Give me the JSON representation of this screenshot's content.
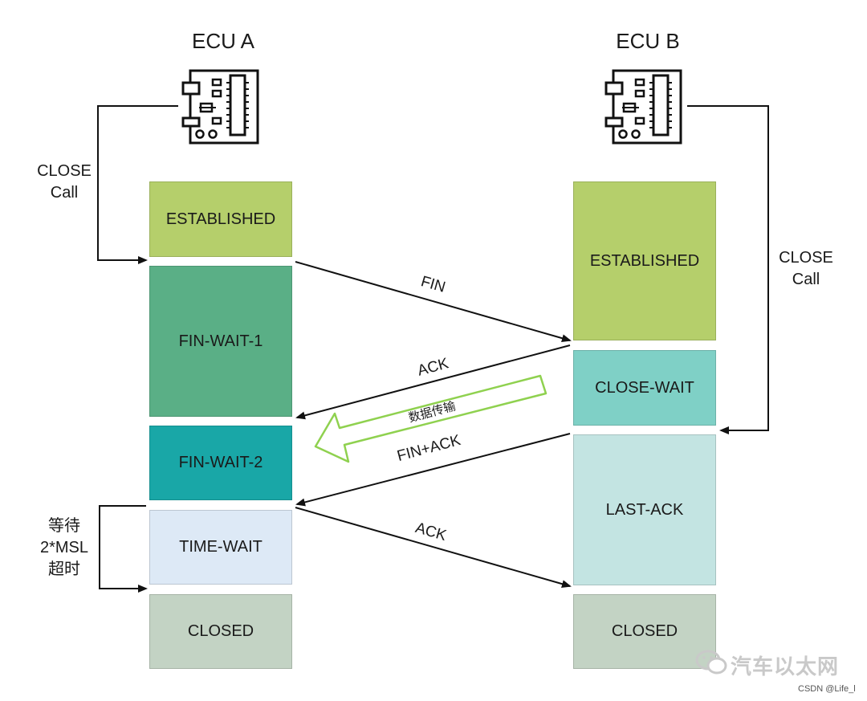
{
  "titles": {
    "left": "ECU A",
    "right": "ECU B"
  },
  "colors": {
    "established": "#b5cf6b",
    "fin_wait_1": "#5aaf86",
    "fin_wait_2": "#19a7a7",
    "time_wait": "#dde9f6",
    "closed": "#c3d3c4",
    "close_wait": "#7fd0c6",
    "last_ack": "#c3e4e2",
    "data_arrow": "#8fd14f"
  },
  "left_states": {
    "established": "ESTABLISHED",
    "fin_wait_1": "FIN-WAIT-1",
    "fin_wait_2": "FIN-WAIT-2",
    "time_wait": "TIME-WAIT",
    "closed": "CLOSED"
  },
  "right_states": {
    "established": "ESTABLISHED",
    "close_wait": "CLOSE-WAIT",
    "last_ack": "LAST-ACK",
    "closed": "CLOSED"
  },
  "left_close_call": {
    "line1": "CLOSE",
    "line2": "Call"
  },
  "right_close_call": {
    "line1": "CLOSE",
    "line2": "Call"
  },
  "wait_label": {
    "line1": "等待",
    "line2": "2*MSL",
    "line3": "超时"
  },
  "messages": {
    "fin": "FIN",
    "ack1": "ACK",
    "data_transfer": "数据传输",
    "fin_ack": "FIN+ACK",
    "ack2": "ACK"
  },
  "watermark": "汽车以太网",
  "credit": "CSDN @Life_l"
}
